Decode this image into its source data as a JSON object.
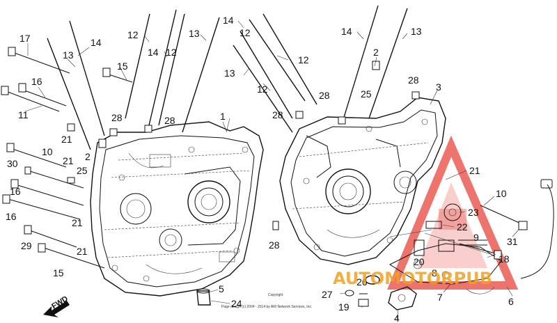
{
  "diagram": {
    "labels": {
      "l17": "17",
      "l14a": "14",
      "l13a": "13",
      "l16a": "16",
      "l11": "11",
      "l15a": "15",
      "l12a": "12",
      "l14b": "14",
      "l12b": "12",
      "l13b": "13",
      "l14c": "14",
      "l12c": "12",
      "l13c": "13",
      "l12d": "12",
      "l12e": "12",
      "l14d": "14",
      "l13d": "13",
      "l2a": "2",
      "l25a": "25",
      "l28a": "28",
      "l28b": "28",
      "l28c": "28",
      "l28d": "28",
      "l28e": "28",
      "l1": "1",
      "l3": "3",
      "l21a": "21",
      "l2b": "2",
      "l10a": "10",
      "l30": "30",
      "l21b": "21",
      "l25b": "25",
      "l16b": "16",
      "l16c": "16",
      "l21c": "21",
      "l29": "29",
      "l21d": "21",
      "l15b": "15",
      "l28f": "28",
      "l21e": "21",
      "l10b": "10",
      "l23": "23",
      "l22": "22",
      "l31": "31",
      "l9": "9",
      "l20": "20",
      "l8": "8",
      "l18": "18",
      "l5": "5",
      "l24": "24",
      "l27": "27",
      "l26": "26",
      "l19": "19",
      "l4": "4",
      "l7": "7",
      "l6": "6"
    },
    "fwd_label": "FWD",
    "copyright_line1": "Copyright",
    "copyright_line2": "Page design (c) 2004 - 2014 by ARI Network Services, Inc.",
    "watermark": {
      "text": "AUTOMOTORPUB",
      "color": "#f0a020",
      "triangle_color": "#e8463c"
    }
  }
}
